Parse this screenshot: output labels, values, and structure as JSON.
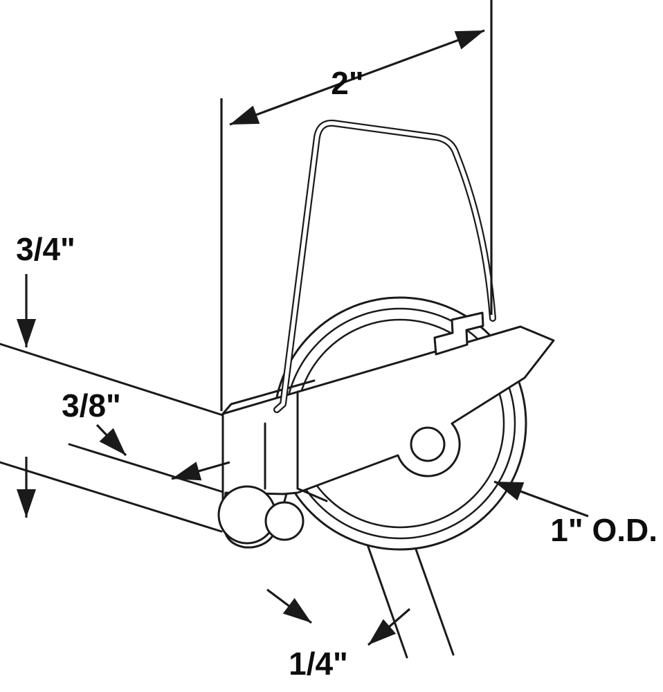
{
  "colors": {
    "background": "#ffffff",
    "line": "#1a1a1a"
  },
  "labels": {
    "top_span": "2\"",
    "frame_depth": "3/4\"",
    "edge_inset": "3/8\"",
    "wheel_od": "1\" O.D.",
    "stem_width": "1/4\""
  }
}
